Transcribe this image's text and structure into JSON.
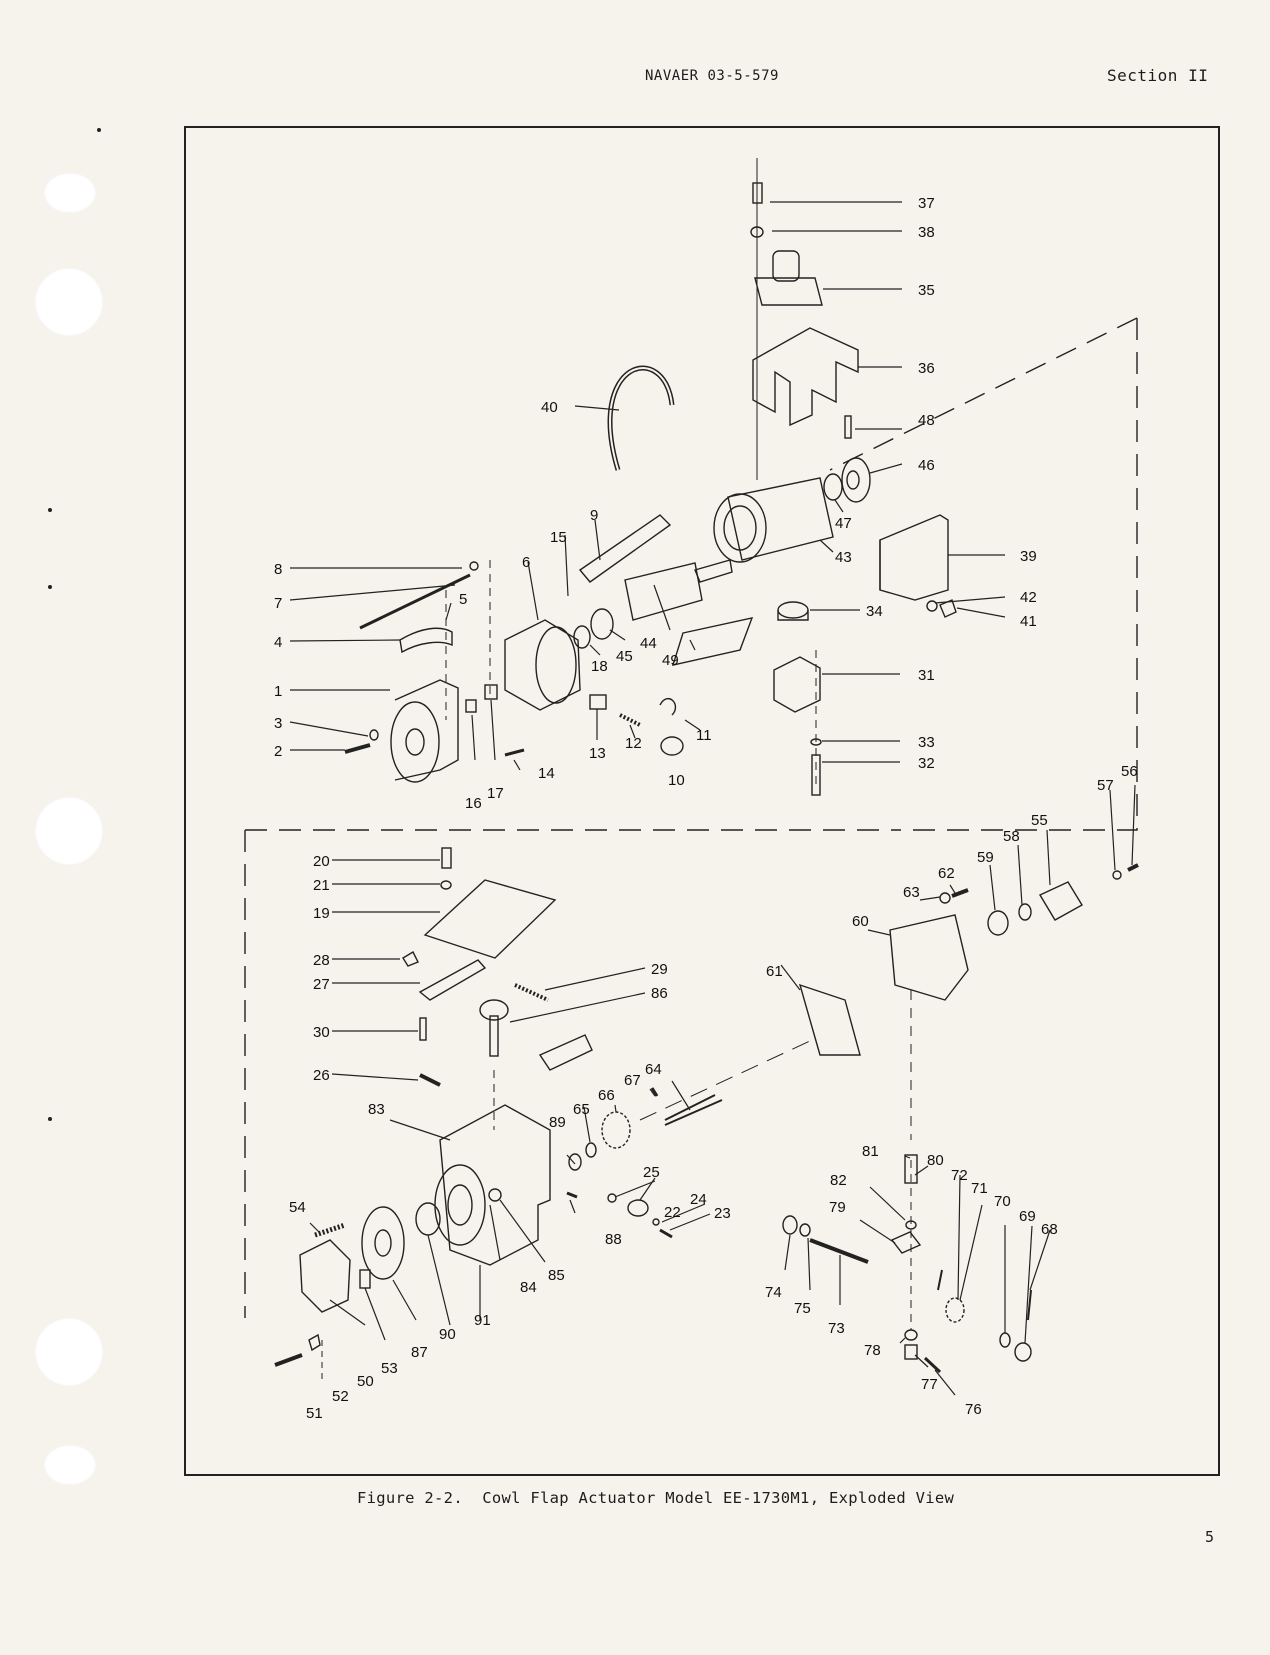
{
  "header": {
    "doc_number": "NAVAER 03-5-579",
    "section": "Section II"
  },
  "figure": {
    "caption": "Figure 2-2.  Cowl Flap Actuator Model EE-1730M1, Exploded View",
    "callouts": [
      "1",
      "2",
      "3",
      "4",
      "5",
      "6",
      "7",
      "8",
      "9",
      "10",
      "11",
      "12",
      "13",
      "14",
      "15",
      "16",
      "17",
      "18",
      "19",
      "20",
      "21",
      "22",
      "23",
      "24",
      "25",
      "26",
      "27",
      "28",
      "29",
      "30",
      "31",
      "32",
      "33",
      "34",
      "35",
      "36",
      "37",
      "38",
      "39",
      "40",
      "41",
      "42",
      "43",
      "44",
      "45",
      "46",
      "47",
      "48",
      "49",
      "50",
      "51",
      "52",
      "53",
      "54",
      "55",
      "56",
      "57",
      "58",
      "59",
      "60",
      "61",
      "62",
      "63",
      "64",
      "65",
      "66",
      "67",
      "68",
      "69",
      "70",
      "71",
      "72",
      "73",
      "74",
      "75",
      "76",
      "77",
      "78",
      "79",
      "80",
      "81",
      "82",
      "83",
      "84",
      "85",
      "86",
      "87",
      "88",
      "89",
      "90",
      "91"
    ]
  },
  "footer": {
    "page_number": "5"
  }
}
